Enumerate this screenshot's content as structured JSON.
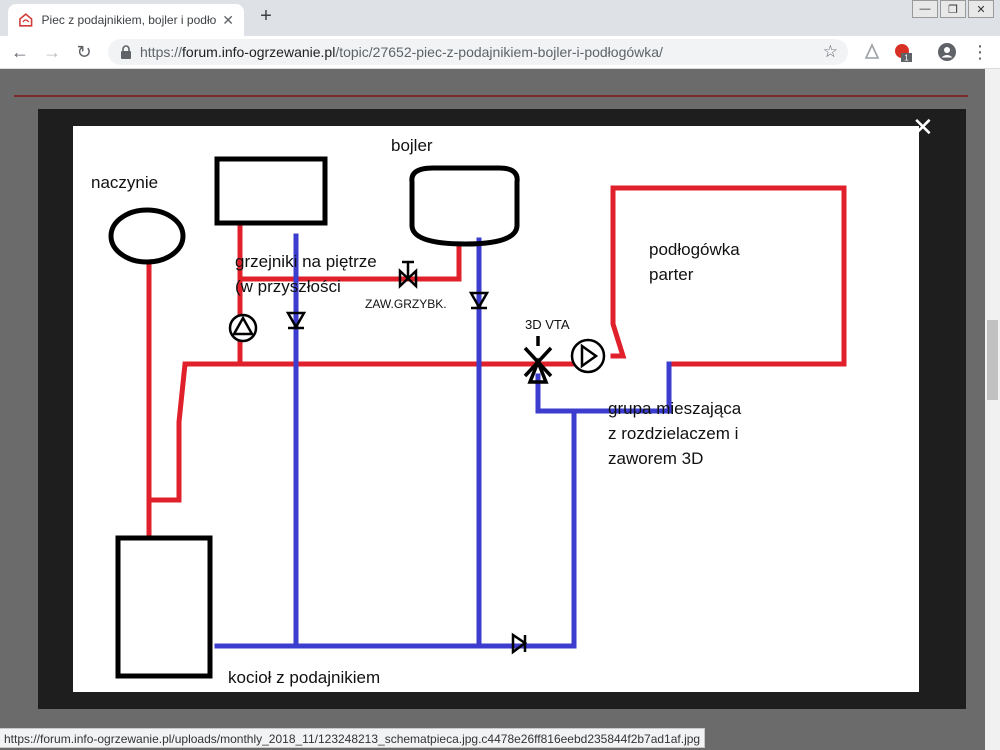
{
  "tab": {
    "title": "Piec z podajnikiem, bojler i podło"
  },
  "window": {
    "minimize": "—",
    "restore": "❐",
    "close": "✕"
  },
  "toolbar": {
    "url_scheme": "https://",
    "url_host": "forum.info-ogrzewanie.pl",
    "url_path": "/topic/27652-piec-z-podajnikiem-bojler-i-podłogówka/"
  },
  "extension_badge": "1",
  "lightbox": {
    "close_label": "✕"
  },
  "diagram": {
    "labels": {
      "naczynie": "naczynie",
      "bojler": "bojler",
      "grzejniki_1": "grzejniki na piętrze",
      "grzejniki_2": "(w przyszłości",
      "zaw_grzybk": "ZAW.GRZYBK.",
      "vta": "3D VTA",
      "podlogowka_1": "podłogówka",
      "podlogowka_2": "parter",
      "grupa_1": "grupa mieszająca",
      "grupa_2": "z rozdzielaczem i",
      "grupa_3": "zaworem 3D",
      "kociol": "kocioł z podajnikiem"
    },
    "colors": {
      "supply": "#e0202a",
      "return": "#3c3ccf",
      "outline": "#000000"
    }
  },
  "statusbar": {
    "link": "https://forum.info-ogrzewanie.pl/uploads/monthly_2018_11/123248213_schematpieca.jpg.c4478e26ff816eebd235844f2b7ad1af.jpg"
  }
}
